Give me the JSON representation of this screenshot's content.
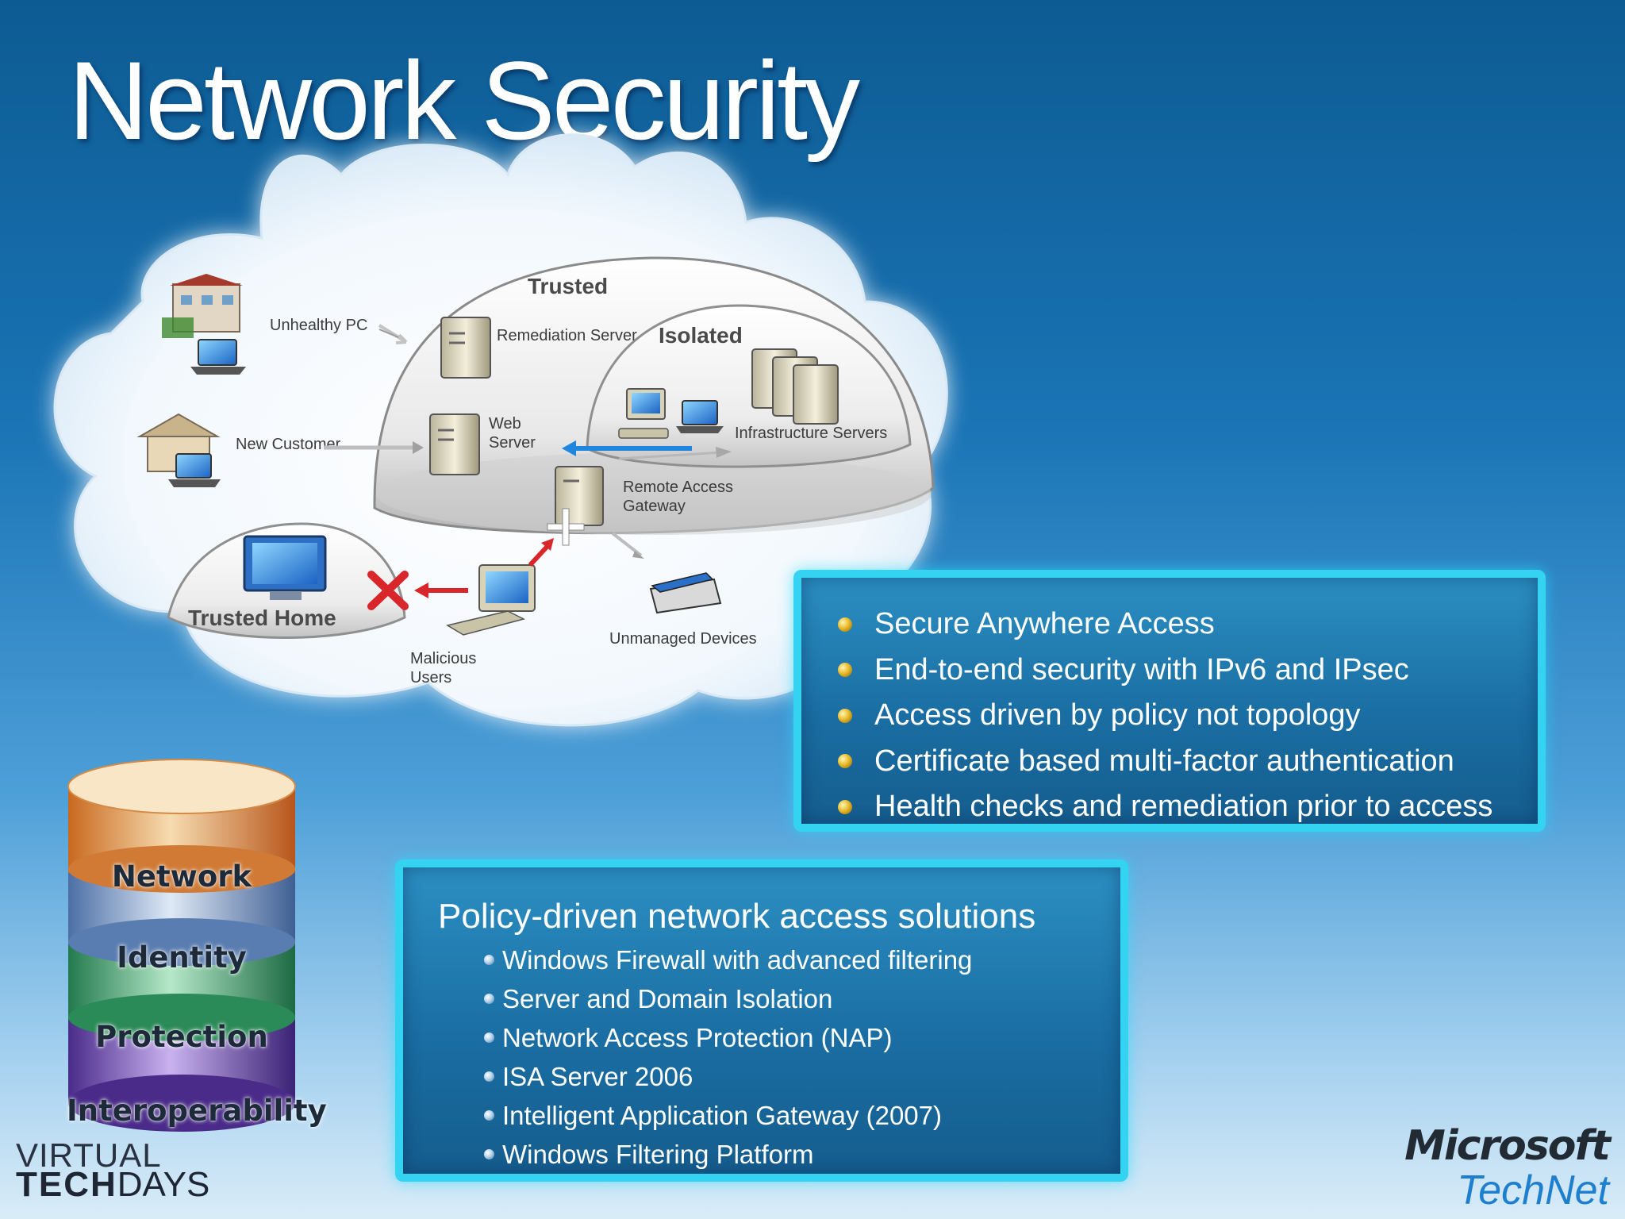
{
  "slide": {
    "title": "Network Security"
  },
  "diagram": {
    "zones": {
      "trusted": "Trusted",
      "isolated": "Isolated",
      "trusted_home": "Trusted Home"
    },
    "nodes": {
      "unhealthy_pc": "Unhealthy PC",
      "remediation_server": "Remediation Server",
      "new_customer": "New Customer",
      "web_server_line1": "Web",
      "web_server_line2": "Server",
      "infrastructure_servers": "Infrastructure Servers",
      "remote_access_line1": "Remote Access",
      "remote_access_line2": "Gateway",
      "unmanaged_devices": "Unmanaged Devices",
      "malicious_line1": "Malicious",
      "malicious_line2": "Users"
    }
  },
  "features_panel": {
    "items": [
      "Secure Anywhere Access",
      "End-to-end security with IPv6 and IPsec",
      "Access driven by policy not topology",
      "Certificate based multi-factor authentication",
      "Health checks and remediation prior to access"
    ]
  },
  "solutions_panel": {
    "heading": "Policy-driven network access solutions",
    "items": [
      "Windows Firewall with advanced filtering",
      "Server and Domain Isolation",
      "Network Access Protection (NAP)",
      "ISA Server 2006",
      "Intelligent Application Gateway (2007)",
      "Windows Filtering Platform"
    ]
  },
  "security_stack": {
    "layers": [
      "Network",
      "Identity",
      "Protection",
      "Interoperability"
    ]
  },
  "branding": {
    "event_line1": "VIRTUAL",
    "event_line2_bold": "TECH",
    "event_line2_rest": "DAYS",
    "company": "Microsoft",
    "product": "TechNet"
  },
  "colors": {
    "panel_border": "#34d3f2",
    "arrow_red": "#d8262b",
    "arrow_blue": "#1f87e0"
  }
}
